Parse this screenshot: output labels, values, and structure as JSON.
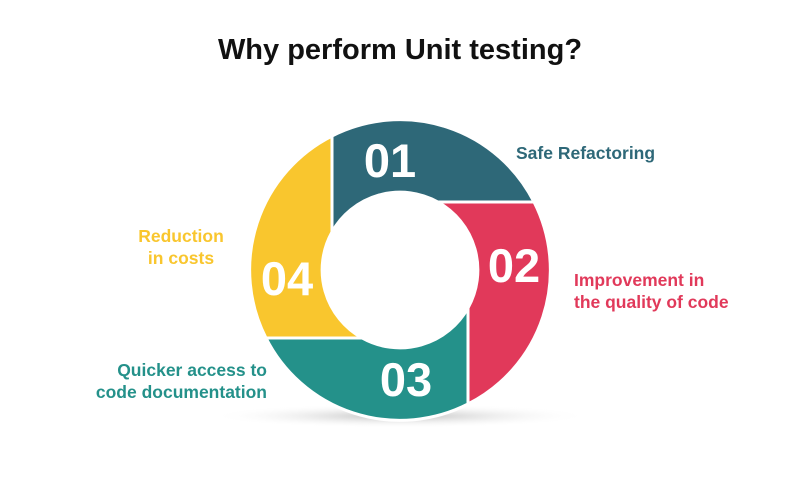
{
  "title": "Why perform Unit testing?",
  "steps": [
    {
      "number": "01",
      "label_lines": [
        "Safe Refactoring"
      ],
      "color": "#2e6878"
    },
    {
      "number": "02",
      "label_lines": [
        "Improvement in",
        "the quality of code"
      ],
      "color": "#e1395a"
    },
    {
      "number": "03",
      "label_lines": [
        "Quicker access to",
        "code documentation"
      ],
      "color": "#24918a"
    },
    {
      "number": "04",
      "label_lines": [
        "Reduction",
        "in costs"
      ],
      "color": "#f9c62e"
    }
  ]
}
